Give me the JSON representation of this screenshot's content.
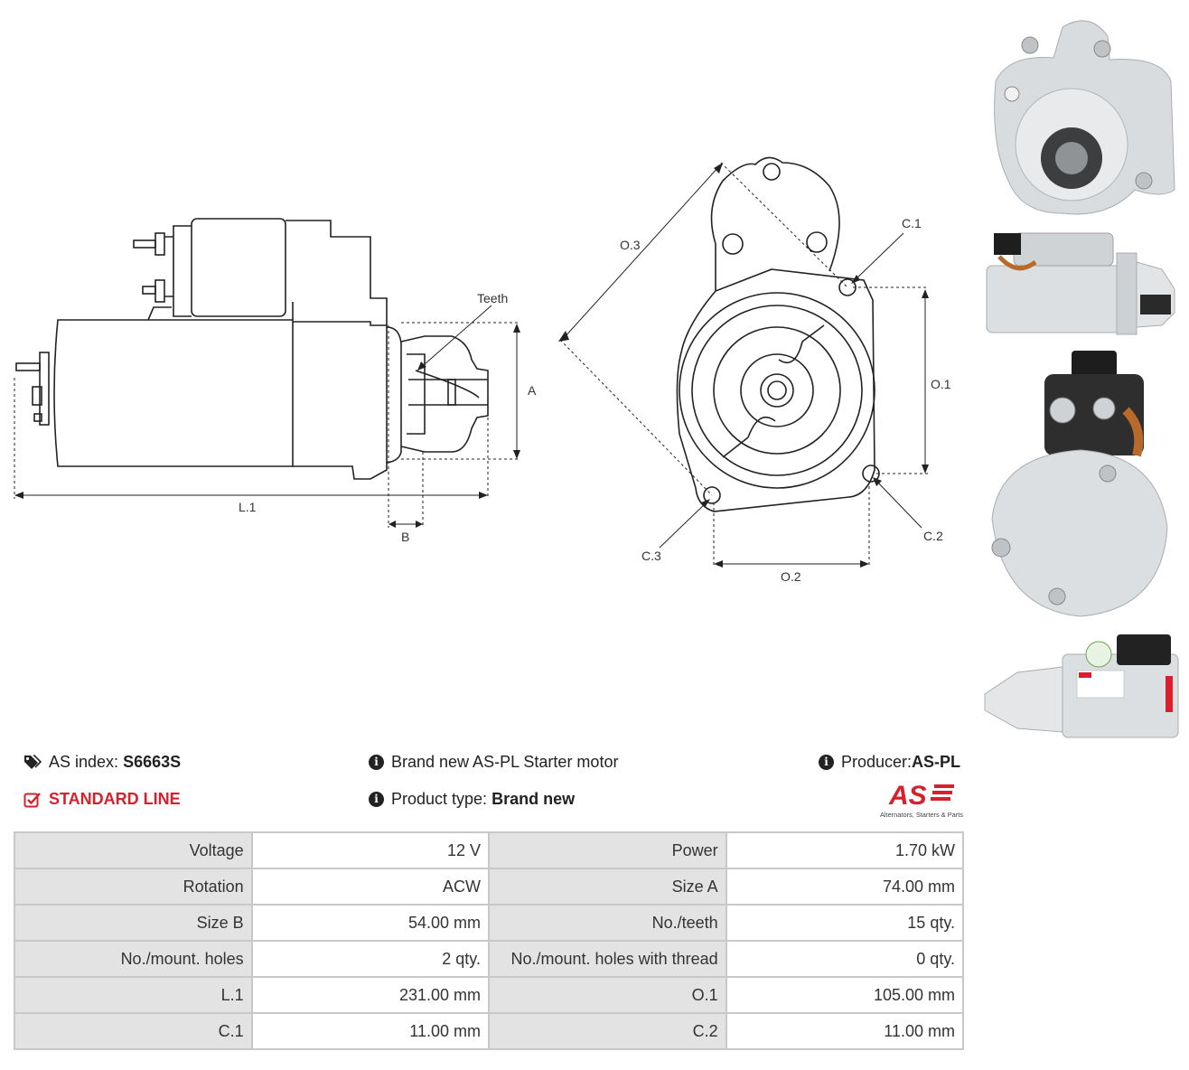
{
  "drawing": {
    "labels": {
      "teeth": "Teeth",
      "a": "A",
      "b": "B",
      "l1": "L.1",
      "o1": "O.1",
      "o2": "O.2",
      "o3": "O.3",
      "c1": "C.1",
      "c2": "C.2",
      "c3": "C.3"
    }
  },
  "info": {
    "as_index_label": "AS index:",
    "as_index_value": "S6663S",
    "line": "STANDARD LINE",
    "description": "Brand new AS-PL Starter motor",
    "product_type_label": "Product type:",
    "product_type_value": "Brand new",
    "producer_label": "Producer:",
    "producer_value": "AS-PL",
    "logo_text": "AS",
    "logo_tagline": "Alternators, Starters & Parts"
  },
  "specs": [
    [
      "Voltage",
      "12 V",
      "Power",
      "1.70 kW"
    ],
    [
      "Rotation",
      "ACW",
      "Size A",
      "74.00 mm"
    ],
    [
      "Size B",
      "54.00 mm",
      "No./teeth",
      "15 qty."
    ],
    [
      "No./mount. holes",
      "2 qty.",
      "No./mount. holes with thread",
      "0 qty."
    ],
    [
      "L.1",
      "231.00 mm",
      "O.1",
      "105.00 mm"
    ],
    [
      "C.1",
      "11.00 mm",
      "C.2",
      "11.00 mm"
    ]
  ],
  "colors": {
    "accent": "#d6202e",
    "table_label_bg": "#e3e3e3",
    "table_border": "#c8c8c8"
  }
}
